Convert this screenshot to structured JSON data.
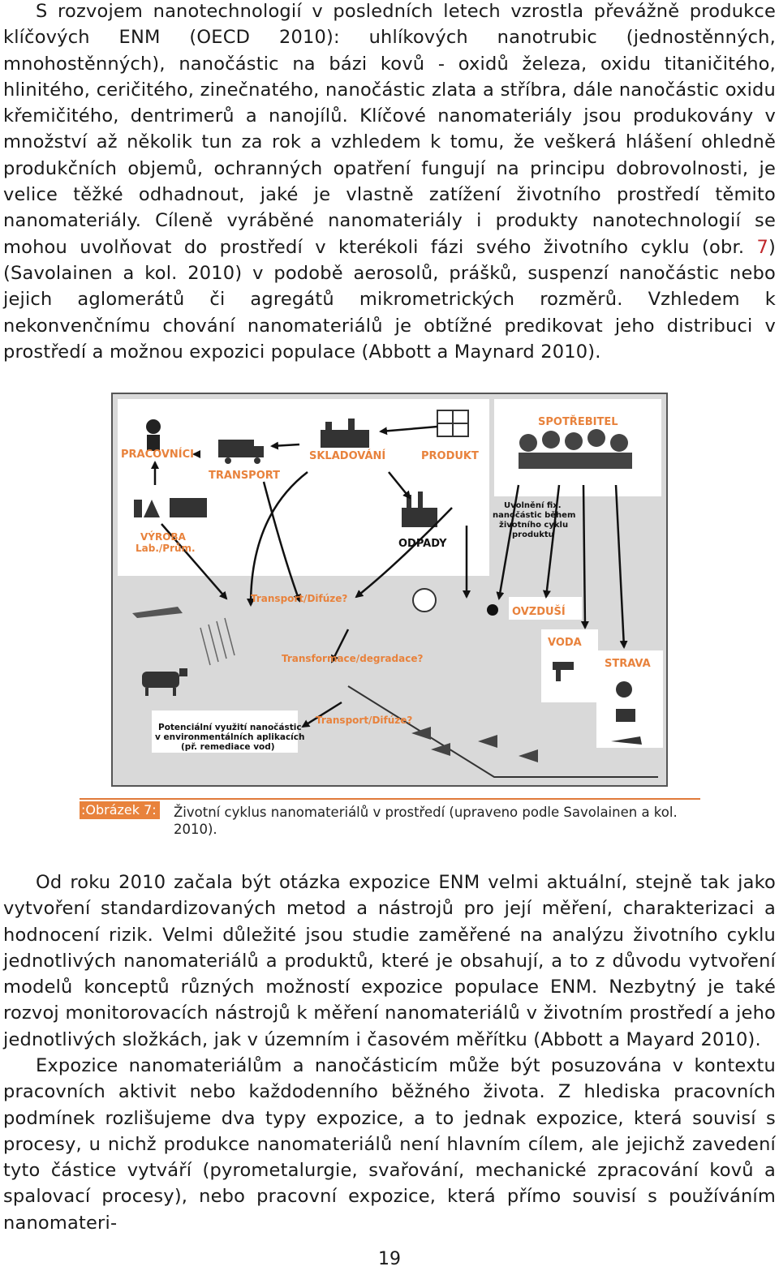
{
  "p1": {
    "a": "S rozvojem nanotechnologií v posledních letech vzrostla převážně produkce klíčových ENM (OECD 2010): uhlíkových nanotrubic (jednostěnných, mnohostěnných), nanočástic na bázi kovů - oxidů železa, oxidu titaničitého, hlinitého, ceričitého, zinečnatého, nanočástic zlata a stříbra, dále nanočástic oxidu křemičitého, dentrimerů a nanojílů. Klíčové nanomateriály jsou produkovány v množství až několik tun za rok a vzhledem k tomu, že veškerá hlášení ohledně produkčních objemů, ochranných opatření fungují na principu dobrovolnosti, je velice těžké odhadnout, jaké je vlastně zatížení životního prostředí těmito nanomateriály. Cíleně vyráběné nanomateriály i produkty nanotechnologií se mohou uvolňovat do prostředí v kterékoli fázi svého životního cyklu (obr. ",
    "ref": "7",
    "b": ") (Savolainen a kol. 2010) v podobě aerosolů, prášků, suspenzí nanočástic nebo jejich aglomerátů či agregátů mikrometrických rozměrů. Vzhledem k nekonvenčnímu chování nanomateriálů je obtížné predikovat jeho distribuci v prostředí a možnou expozici populace (Abbott a Maynard 2010)."
  },
  "figure": {
    "labels": {
      "pracovnici": "PRACOVNÍCI",
      "transport": "TRANSPORT",
      "skladovani": "SKLADOVÁNÍ",
      "produkt": "PRODUKT",
      "spotrebitel": "SPOTŘEBITEL",
      "uvolneni": [
        "Uvolnění fix.",
        "nanočástic během",
        "životního cyklu",
        "produktu"
      ],
      "vyroba": [
        "VÝROBA",
        "Lab./Prům."
      ],
      "odpady": "ODPADY",
      "transport_difuze_1": "Transport/Difúze?",
      "ovzdusi": "OVZDUŠÍ",
      "voda": "VODA",
      "strava": "STRAVA",
      "transformace": "Transformace/degradace?",
      "transport_difuze_2": "Transport/Difúze?",
      "potencialni": [
        "Potenciální využití nanočástic",
        "v environmentálních aplikacích",
        "(př. remediace vod)"
      ]
    }
  },
  "caption": {
    "tag": ":Obrázek 7:",
    "text": "Životní cyklus nanomateriálů v prostředí (upraveno podle Savolainen a kol. 2010)."
  },
  "p2": "Od roku 2010 začala být otázka expozice ENM velmi aktuální, stejně tak jako vytvoření standardizovaných metod a nástrojů pro její měření, charakterizaci a hodnocení rizik. Velmi důležité jsou studie zaměřené na analýzu životního cyklu jednotlivých nanomateriálů a produktů, které je obsahují, a to z důvodu vytvoření modelů konceptů různých možností expozice populace ENM. Nezbytný je také rozvoj monitorovacích nástrojů k měření nanomateriálů v životním prostředí a jeho jednotlivých složkách, jak v územním i časovém měřítku (Abbott a Mayard 2010).",
  "p3": "Expozice nanomateriálům a nanočásticím může být posuzována v kontextu pracovních aktivit nebo každodenního běžného života. Z hlediska pracovních podmínek rozlišujeme dva typy expozice, a to jednak expozice, která souvisí s procesy, u nichž produkce nanomateriálů není hlavním cílem, ale jejichž zavedení tyto částice vytváří (pyrometalurgie, svařování, mechanické zpracování kovů a spalovací procesy), nebo pracovní expozice, která přímo souvisí s používáním nanomateri-",
  "page_number": "19",
  "colors": {
    "label_orange": "#e8823c",
    "caption_orange": "#e8823c",
    "ref_red": "#c0282c"
  }
}
